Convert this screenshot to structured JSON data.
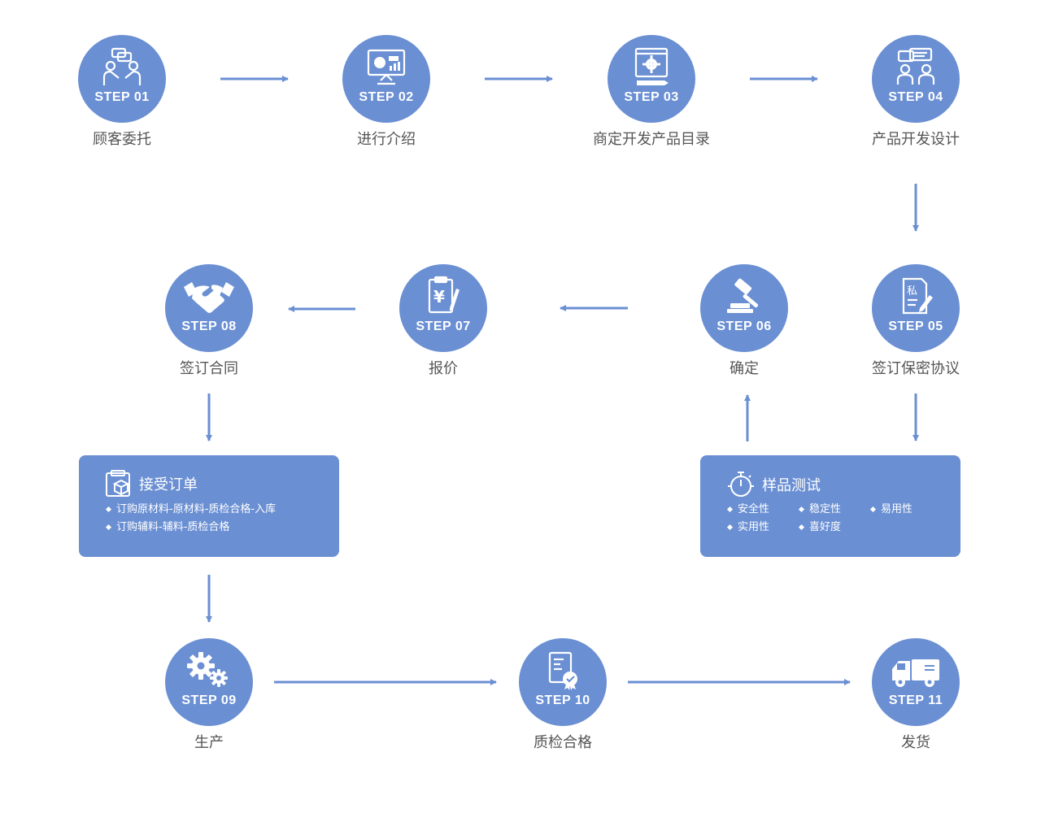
{
  "colors": {
    "primary": "#6a8fd3",
    "text": "#555555"
  },
  "steps": [
    {
      "num": "STEP 01",
      "label": "顾客委托",
      "icon": "meeting-icon"
    },
    {
      "num": "STEP 02",
      "label": "进行介绍",
      "icon": "presentation-icon"
    },
    {
      "num": "STEP 03",
      "label": "商定开发产品目录",
      "icon": "blueprint-icon"
    },
    {
      "num": "STEP 04",
      "label": "产品开发设计",
      "icon": "discussion-icon"
    },
    {
      "num": "STEP 05",
      "label": "签订保密协议",
      "icon": "private-document-icon"
    },
    {
      "num": "STEP 06",
      "label": "确定",
      "icon": "gavel-icon"
    },
    {
      "num": "STEP 07",
      "label": "报价",
      "icon": "price-clipboard-icon"
    },
    {
      "num": "STEP 08",
      "label": "签订合同",
      "icon": "handshake-icon"
    },
    {
      "num": "STEP 09",
      "label": "生产",
      "icon": "gears-icon"
    },
    {
      "num": "STEP 10",
      "label": "质检合格",
      "icon": "certificate-icon"
    },
    {
      "num": "STEP 11",
      "label": "发货",
      "icon": "truck-icon"
    }
  ],
  "order_box": {
    "title": "接受订单",
    "icon": "package-icon",
    "items": [
      "订购原材料-原材料-质检合格-入库",
      "订购辅料-辅料-质检合格"
    ]
  },
  "test_box": {
    "title": "样品测试",
    "icon": "stopwatch-icon",
    "items": [
      "安全性",
      "稳定性",
      "易用性",
      "实用性",
      "喜好度"
    ]
  }
}
